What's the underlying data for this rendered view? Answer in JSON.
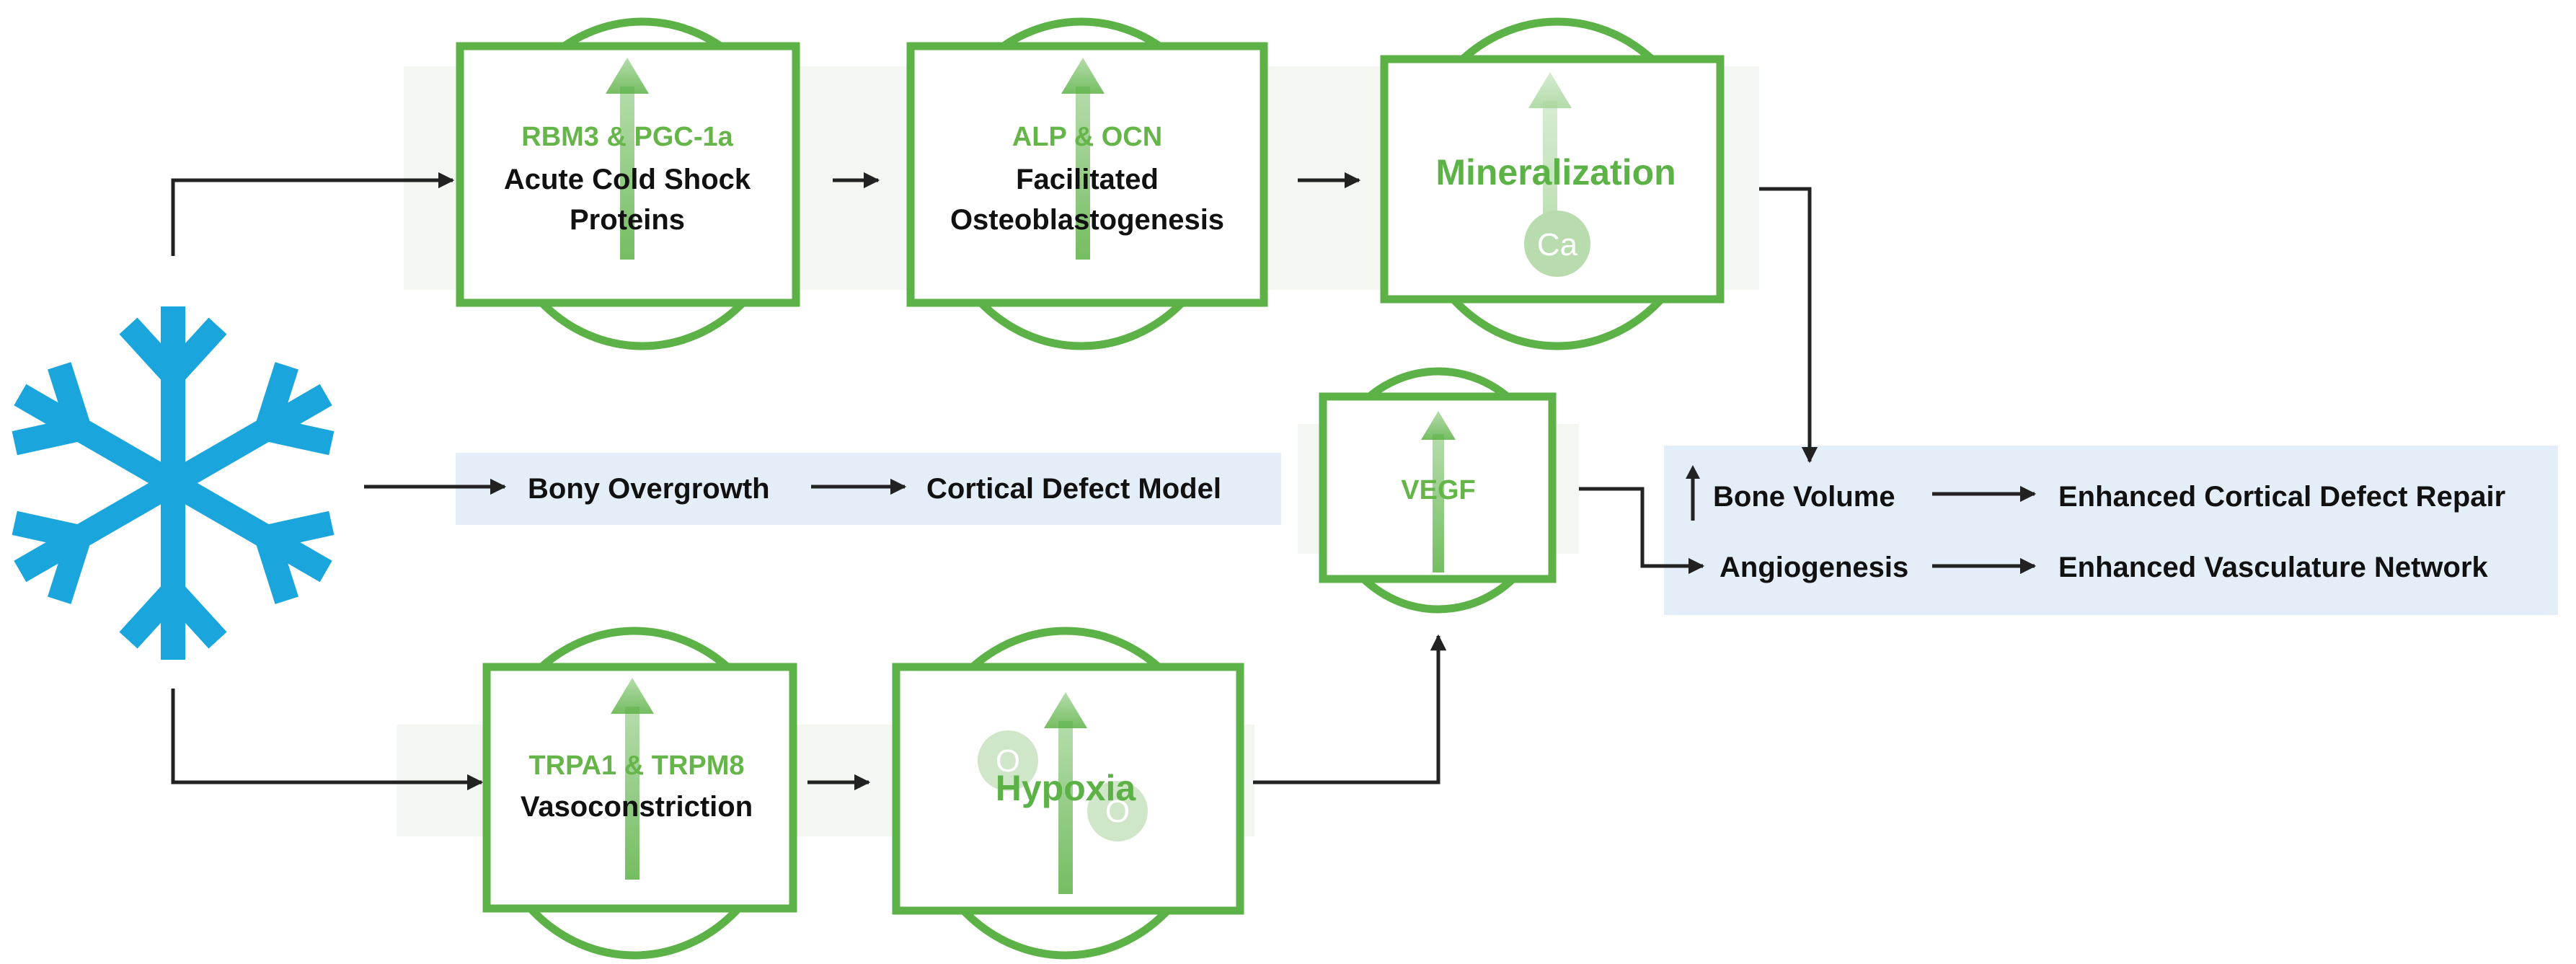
{
  "colors": {
    "snowflake": "#1aa6dc",
    "green_border": "#5cb246",
    "green_text": "#66b54a",
    "light_blue_band": "#e4eef8",
    "light_gray_band": "#f3f6f1",
    "arrow": "#222222"
  },
  "icons": [
    "snowflake-icon",
    "up-arrow-icon",
    "calcium-ion-icon",
    "oxygen-ion-icon"
  ],
  "boxes": {
    "rbm3": {
      "title": "RBM3 & PGC-1a",
      "line1": "Acute Cold Shock",
      "line2": "Proteins"
    },
    "alp": {
      "title": "ALP & OCN",
      "line1": "Facilitated",
      "line2": "Osteoblastogenesis"
    },
    "mineralization": {
      "title": "Mineralization",
      "ion": "Ca"
    },
    "vegf": {
      "title": "VEGF"
    },
    "trpa1": {
      "title": "TRPA1 & TRPM8",
      "line1": "Vasoconstriction"
    },
    "hypoxia": {
      "title": "Hypoxia",
      "ion": "O"
    }
  },
  "middle_flow": {
    "step1": "Bony Overgrowth",
    "step2": "Cortical Defect Model"
  },
  "outcomes": {
    "bone_volume": "Bone Volume",
    "bone_result": "Enhanced Cortical Defect Repair",
    "angiogenesis": "Angiogenesis",
    "angio_result": "Enhanced Vasculature Network"
  }
}
